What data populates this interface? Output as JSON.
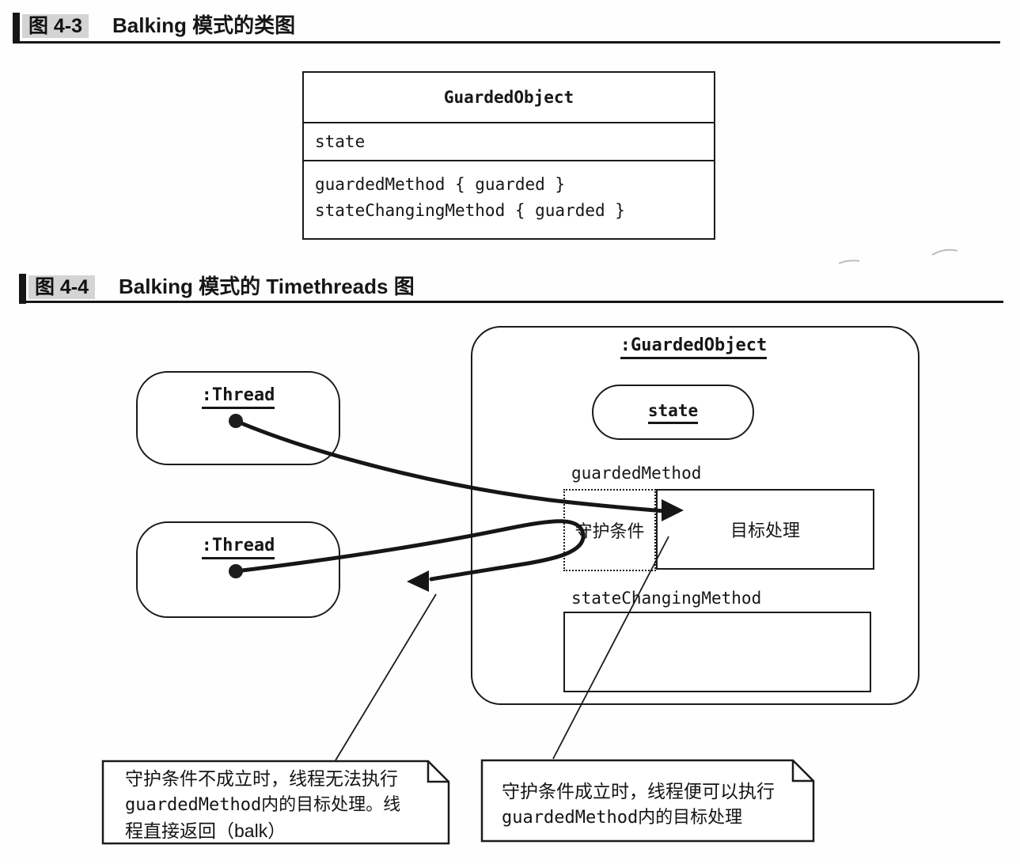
{
  "colors": {
    "ink": "#161616",
    "paper": "#ffffff",
    "tag_bg": "#d4d4d4"
  },
  "figure_4_3": {
    "tag": "图 4-3",
    "title": "Balking 模式的类图",
    "class_diagram": {
      "name": "GuardedObject",
      "attributes": [
        "state"
      ],
      "methods": [
        "guardedMethod { guarded }",
        "stateChangingMethod { guarded }"
      ]
    }
  },
  "figure_4_4": {
    "tag": "图 4-4",
    "title": "Balking 模式的 Timethreads 图",
    "guarded_object": {
      "label": ":GuardedObject",
      "state_label": "state",
      "guarded_method_label": "guardedMethod",
      "guard_condition_label": "守护条件",
      "target_processing_label": "目标处理",
      "state_changing_method_label": "stateChangingMethod"
    },
    "threads": [
      {
        "label": ":Thread"
      },
      {
        "label": ":Thread"
      }
    ],
    "notes": [
      {
        "lines": [
          "守护条件不成立时，线程无法执行",
          "guardedMethod内的目标处理。线",
          "程直接返回（balk）"
        ]
      },
      {
        "lines": [
          "守护条件成立时，线程便可以执行",
          "guardedMethod内的目标处理"
        ]
      }
    ]
  }
}
